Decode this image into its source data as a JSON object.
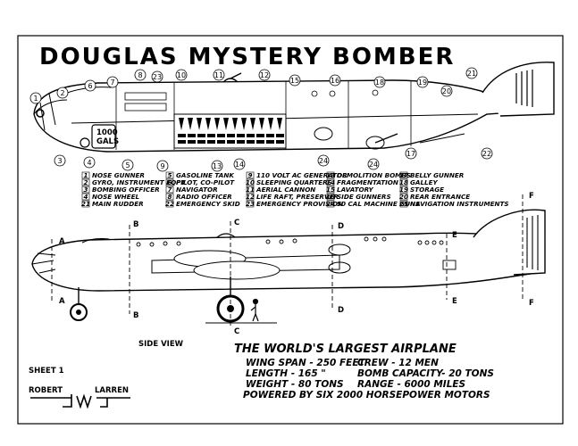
{
  "title": "DOUGLAS MYSTERY BOMBER",
  "gas_tank_label": {
    "line1": "1000",
    "line2": "GALS"
  },
  "callout_numbers": [
    "1",
    "2",
    "3",
    "4",
    "5",
    "6",
    "7",
    "8",
    "9",
    "10",
    "11",
    "12",
    "13",
    "14",
    "15",
    "16",
    "17",
    "18",
    "19",
    "20",
    "21",
    "22",
    "23",
    "24",
    "24"
  ],
  "legend": [
    {
      "num": "1",
      "label": "NOSE GUNNER"
    },
    {
      "num": "2",
      "label": "GYRO, INSTRUMENT EQPT"
    },
    {
      "num": "3",
      "label": "BOMBING OFFICER"
    },
    {
      "num": "4",
      "label": "NOSE WHEEL"
    },
    {
      "num": "21",
      "label": "MAIN RUDDER"
    },
    {
      "num": "5",
      "label": "GASOLINE TANK"
    },
    {
      "num": "6",
      "label": "PILOT, CO-PILOT"
    },
    {
      "num": "7",
      "label": "NAVIGATOR"
    },
    {
      "num": "8",
      "label": "RADIO OFFICER"
    },
    {
      "num": "22",
      "label": "EMERGENCY SKID"
    },
    {
      "num": "9",
      "label": "110 VOLT AC GENERATOR"
    },
    {
      "num": "10",
      "label": "SLEEPING QUARTERS"
    },
    {
      "num": "11",
      "label": "AERIAL CANNON"
    },
    {
      "num": "12",
      "label": "LIFE RAFT, PRESERVER"
    },
    {
      "num": "23",
      "label": "EMERGENCY PROVISION"
    },
    {
      "num": "13",
      "label": "DEMOLITION BOMBS"
    },
    {
      "num": "14",
      "label": "FRAGMENTATION"
    },
    {
      "num": "15",
      "label": "LAVATORY"
    },
    {
      "num": "16",
      "label": "SIDE GUNNERS"
    },
    {
      "num": "24",
      "label": "50 CAL MACHINE GUNS"
    },
    {
      "num": "17",
      "label": "BELLY GUNNER"
    },
    {
      "num": "18",
      "label": "GALLEY"
    },
    {
      "num": "19",
      "label": "STORAGE"
    },
    {
      "num": "20",
      "label": "REAR ENTRANCE"
    },
    {
      "num": "25",
      "label": "NAVIGATION INSTRUMENTS"
    }
  ],
  "section_labels": [
    "A",
    "A",
    "B",
    "B",
    "C",
    "C",
    "D",
    "D",
    "E",
    "E",
    "F",
    "F"
  ],
  "side_view_caption": "SIDE VIEW",
  "headline": "THE WORLD'S LARGEST AIRPLANE",
  "specs": [
    {
      "left": "WING SPAN - 250 FEET",
      "right": "CREW    -  12 MEN"
    },
    {
      "left": "LENGTH  - 165 \"",
      "right": "BOMB CAPACITY- 20 TONS"
    },
    {
      "left": "WEIGHT  -  80 TONS",
      "right": "RANGE  -  6000 MILES"
    }
  ],
  "power_line": "POWERED BY SIX 2000 HORSEPOWER MOTORS",
  "sheet_label": "SHEET 1",
  "signature": {
    "first": "ROBERT",
    "last": "LARREN"
  }
}
